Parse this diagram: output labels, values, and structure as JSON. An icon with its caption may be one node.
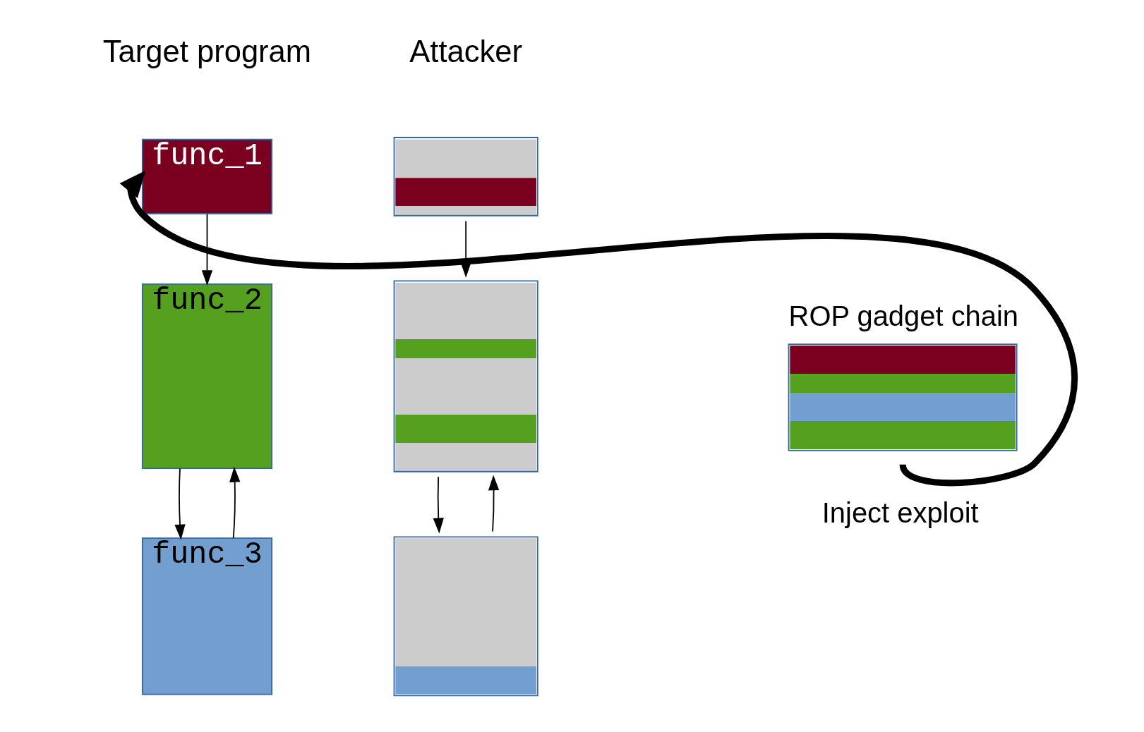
{
  "diagram": {
    "nodes": [
      {
        "text": [
          "func_1"
        ]
      },
      {
        "text": [
          "func_2"
        ]
      },
      {
        "text": [
          "func_3"
        ]
      },
      {
        "text": [],
        "shape": "box"
      },
      {
        "text": [],
        "shape": "box"
      },
      {
        "text": [],
        "shape": "box"
      },
      {
        "text": [
          "ROP gadget chain"
        ]
      }
    ],
    "edges": [
      {
        "from": 0,
        "to": 1,
        "arrow": "to"
      },
      {
        "from": 1,
        "to": 2,
        "arrow": "to"
      },
      {
        "from": 2,
        "to": 1,
        "arrow": "to"
      },
      {
        "from": 3,
        "to": 4,
        "arrow": "to"
      },
      {
        "from": 4,
        "to": 5,
        "arrow": "to"
      },
      {
        "from": 5,
        "to": 4,
        "arrow": "to"
      },
      {
        "from": 6,
        "to": 0,
        "arrow": "to",
        "label": "Inject exploit",
        "style": "thick"
      }
    ],
    "labels": [
      "Target program",
      "Attacker"
    ]
  }
}
